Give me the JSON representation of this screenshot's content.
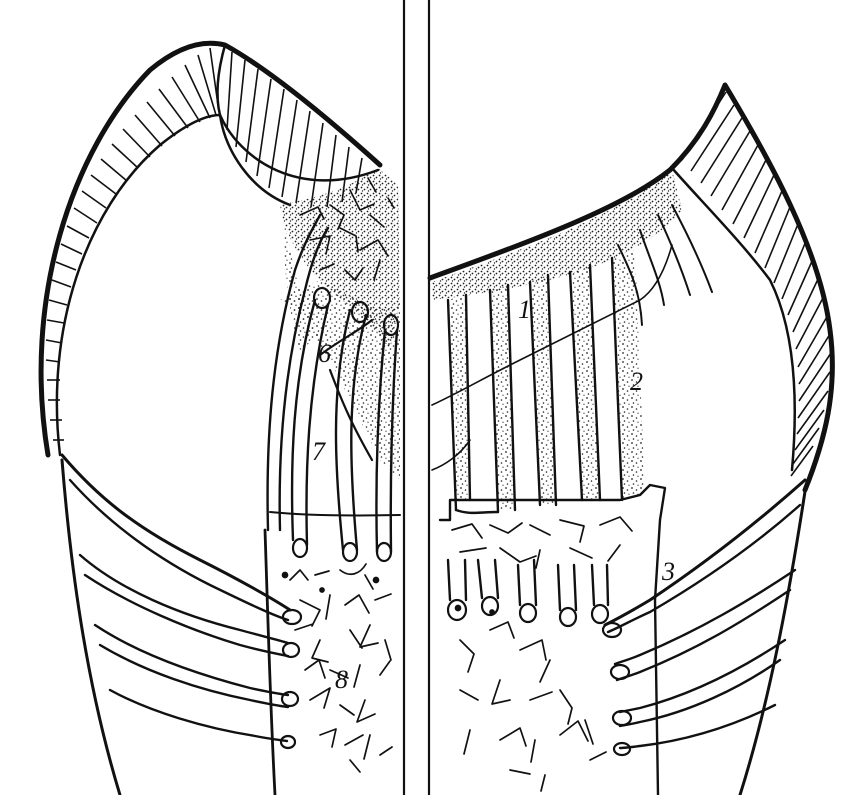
{
  "figure": {
    "labels": [
      {
        "id": "label-1",
        "text": "1"
      },
      {
        "id": "label-2",
        "text": "2"
      },
      {
        "id": "label-3",
        "text": "3"
      },
      {
        "id": "label-6",
        "text": "6"
      },
      {
        "id": "label-7",
        "text": "7"
      },
      {
        "id": "label-8",
        "text": "8"
      }
    ],
    "colors": {
      "ink": "#111111",
      "stipple": "#222222",
      "paper": "#ffffff"
    }
  }
}
